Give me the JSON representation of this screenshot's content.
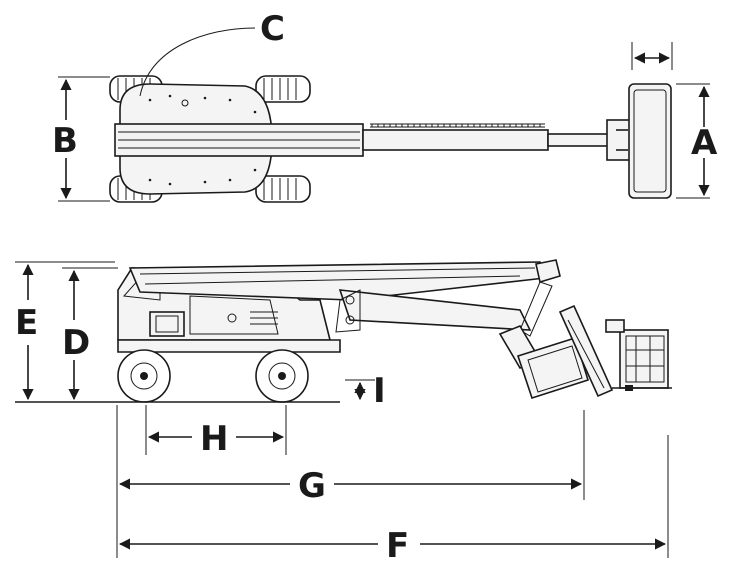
{
  "diagram": {
    "dimension_labels": {
      "A": "A",
      "B": "B",
      "C": "C",
      "D": "D",
      "E": "E",
      "F": "F",
      "G": "G",
      "H": "H",
      "I": "I"
    }
  }
}
